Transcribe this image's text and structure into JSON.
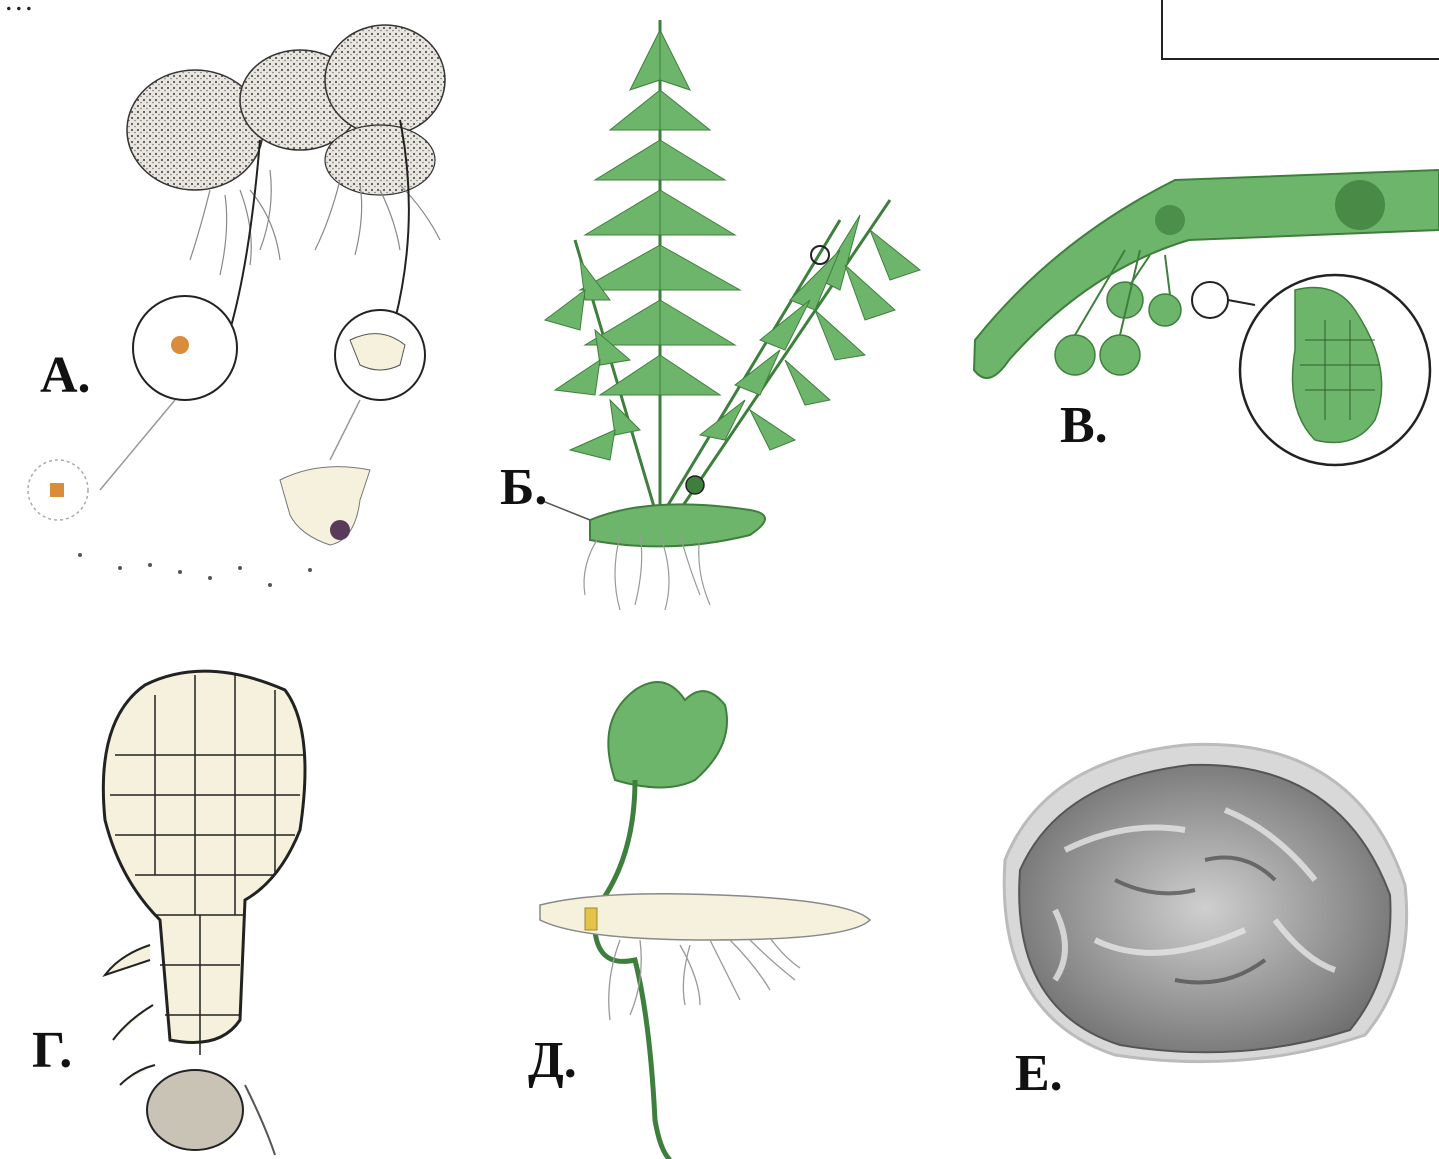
{
  "caption": "…",
  "panels": [
    {
      "id": "A",
      "label": "А."
    },
    {
      "id": "B",
      "label": "Б."
    },
    {
      "id": "V",
      "label": "В."
    },
    {
      "id": "G",
      "label": "Г."
    },
    {
      "id": "D",
      "label": "Д."
    },
    {
      "id": "E",
      "label": "Е."
    }
  ],
  "colors": {
    "green": "#6db56a",
    "dark_green": "#3f7f3d",
    "outline": "#2a2a2a",
    "cream": "#f5f1dc",
    "orange": "#d98c3a",
    "gray": "#9a9a9a"
  }
}
